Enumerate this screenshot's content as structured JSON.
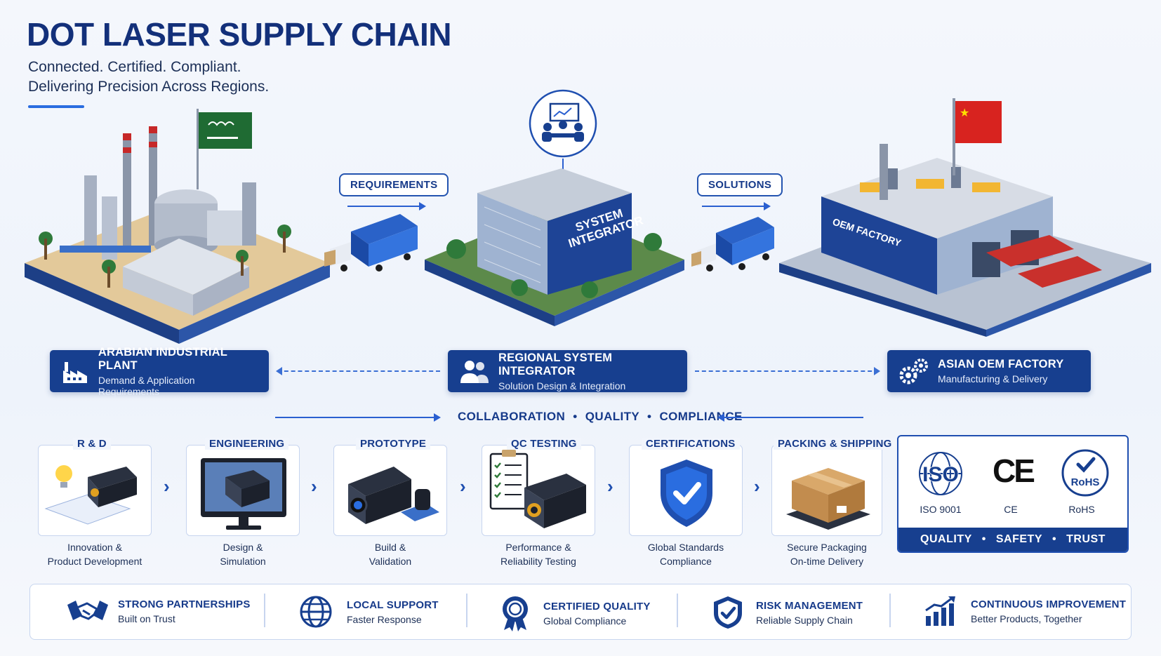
{
  "header": {
    "title": "DOT LASER SUPPLY CHAIN",
    "subtitle_line1": "Connected. Certified. Compliant.",
    "subtitle_line2": "Delivering Precision Across Regions."
  },
  "flow": {
    "requirements_label": "REQUIREMENTS",
    "solutions_label": "SOLUTIONS",
    "integrator_sign_line1": "SYSTEM",
    "integrator_sign_line2": "INTEGRATOR",
    "factory_sign": "OEM FACTORY"
  },
  "nodes": [
    {
      "title": "ARABIAN INDUSTRIAL PLANT",
      "subtitle": "Demand & Application Requirements",
      "icon": "factory-icon"
    },
    {
      "title": "REGIONAL SYSTEM INTEGRATOR",
      "subtitle": "Solution Design & Integration",
      "icon": "people-icon"
    },
    {
      "title": "ASIAN OEM FACTORY",
      "subtitle": "Manufacturing & Delivery",
      "icon": "gears-icon"
    }
  ],
  "tagline": {
    "w1": "COLLABORATION",
    "w2": "QUALITY",
    "w3": "COMPLIANCE",
    "sep": "•"
  },
  "steps": [
    {
      "title": "R & D",
      "desc1": "Innovation &",
      "desc2": "Product Development",
      "icon": "lightbulb-laser-icon"
    },
    {
      "title": "ENGINEERING",
      "desc1": "Design &",
      "desc2": "Simulation",
      "icon": "monitor-icon"
    },
    {
      "title": "PROTOTYPE",
      "desc1": "Build &",
      "desc2": "Validation",
      "icon": "laser-module-icon"
    },
    {
      "title": "QC TESTING",
      "desc1": "Performance &",
      "desc2": "Reliability Testing",
      "icon": "checklist-icon"
    },
    {
      "title": "CERTIFICATIONS",
      "desc1": "Global Standards",
      "desc2": "Compliance",
      "icon": "shield-check-icon"
    },
    {
      "title": "PACKING & SHIPPING",
      "desc1": "Secure Packaging",
      "desc2": "On-time Delivery",
      "icon": "box-icon"
    }
  ],
  "certs": {
    "iso_mark": "ISO",
    "iso_label": "ISO 9001",
    "ce_mark": "CE",
    "ce_label": "CE",
    "rohs_mark": "RoHS",
    "rohs_label": "RoHS",
    "bar_w1": "QUALITY",
    "bar_w2": "SAFETY",
    "bar_w3": "TRUST",
    "sep": "•"
  },
  "features": [
    {
      "title": "STRONG PARTNERSHIPS",
      "subtitle": "Built on Trust",
      "icon": "handshake-icon"
    },
    {
      "title": "LOCAL SUPPORT",
      "subtitle": "Faster Response",
      "icon": "globe-icon"
    },
    {
      "title": "CERTIFIED QUALITY",
      "subtitle": "Global Compliance",
      "icon": "award-icon"
    },
    {
      "title": "RISK MANAGEMENT",
      "subtitle": "Reliable Supply Chain",
      "icon": "shield-icon"
    },
    {
      "title": "CONTINUOUS IMPROVEMENT",
      "subtitle": "Better Products, Together",
      "icon": "growth-chart-icon"
    }
  ],
  "colors": {
    "primary": "#173f8f",
    "accent": "#2a5fd0",
    "saudi_flag": "#1f6b33",
    "china_flag": "#d8231f"
  }
}
